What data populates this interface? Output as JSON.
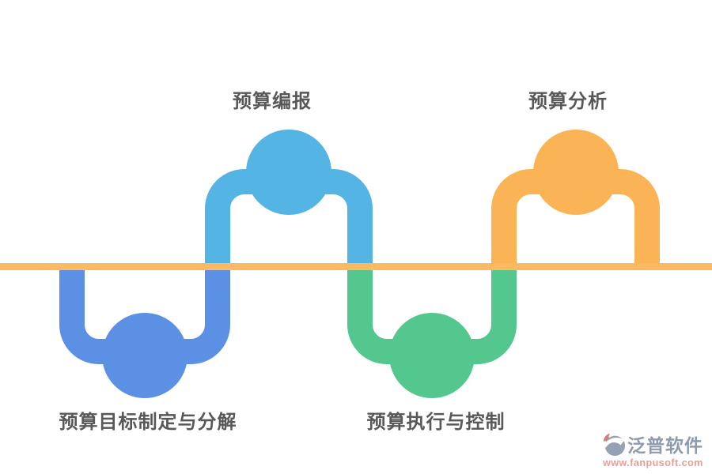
{
  "diagram": {
    "type": "process-wave",
    "baseline_color": "#FBBA61",
    "label_color": "#585858",
    "steps": [
      {
        "label": "预算目标制定与分解",
        "color": "#5B90E5",
        "position": "bottom"
      },
      {
        "label": "预算编报",
        "color": "#54B4E4",
        "position": "top"
      },
      {
        "label": "预算执行与控制",
        "color": "#53C78E",
        "position": "bottom"
      },
      {
        "label": "预算分析",
        "color": "#FAB456",
        "position": "top"
      }
    ]
  },
  "watermark": {
    "brand": "泛普软件",
    "url": "www.fanpusoft.com",
    "brand_color": "#8E9BAF",
    "url_color": "#E89E98",
    "icon": "fanpu-swoosh-logo"
  }
}
